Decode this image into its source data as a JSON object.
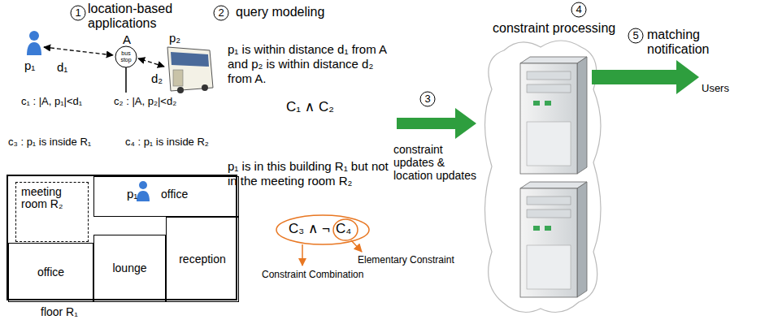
{
  "diagram": {
    "nodes": [
      {
        "text": [
          "floor R₁"
        ]
      },
      {
        "text": [
          "meeting room R₂"
        ],
        "in": 0
      },
      {
        "text": [
          "p₁",
          "office"
        ],
        "in": 0
      },
      {
        "text": [
          "office"
        ],
        "in": 0
      },
      {
        "text": [
          "lounge"
        ],
        "in": 0
      },
      {
        "text": [
          "reception"
        ],
        "in": 0
      }
    ],
    "labels": [
      "1",
      "location-based applications",
      "A",
      "bus stop",
      "p₁",
      "p₂",
      "d₁",
      "d₂",
      "c₁ : |A, p₁|<d₁",
      "c₂ : |A, p₂|<d₂",
      "c₃ : p₁ is inside R₁",
      "c₄ : p₁ is inside R₂",
      "2",
      "query modeling",
      "p₁ is within distance d₁ from A and p₂ is within distance d₂ from A.",
      "C₁ ∧ C₂",
      "p₁ is in this building R₁ but not in the meeting room R₂",
      "C₃ ∧ ¬",
      "C₄",
      "Elementary Constraint",
      "Constraint Combination",
      "3",
      "constraint updates & location updates",
      "4",
      "constraint processing",
      "5",
      "matching notification",
      "Users"
    ]
  }
}
